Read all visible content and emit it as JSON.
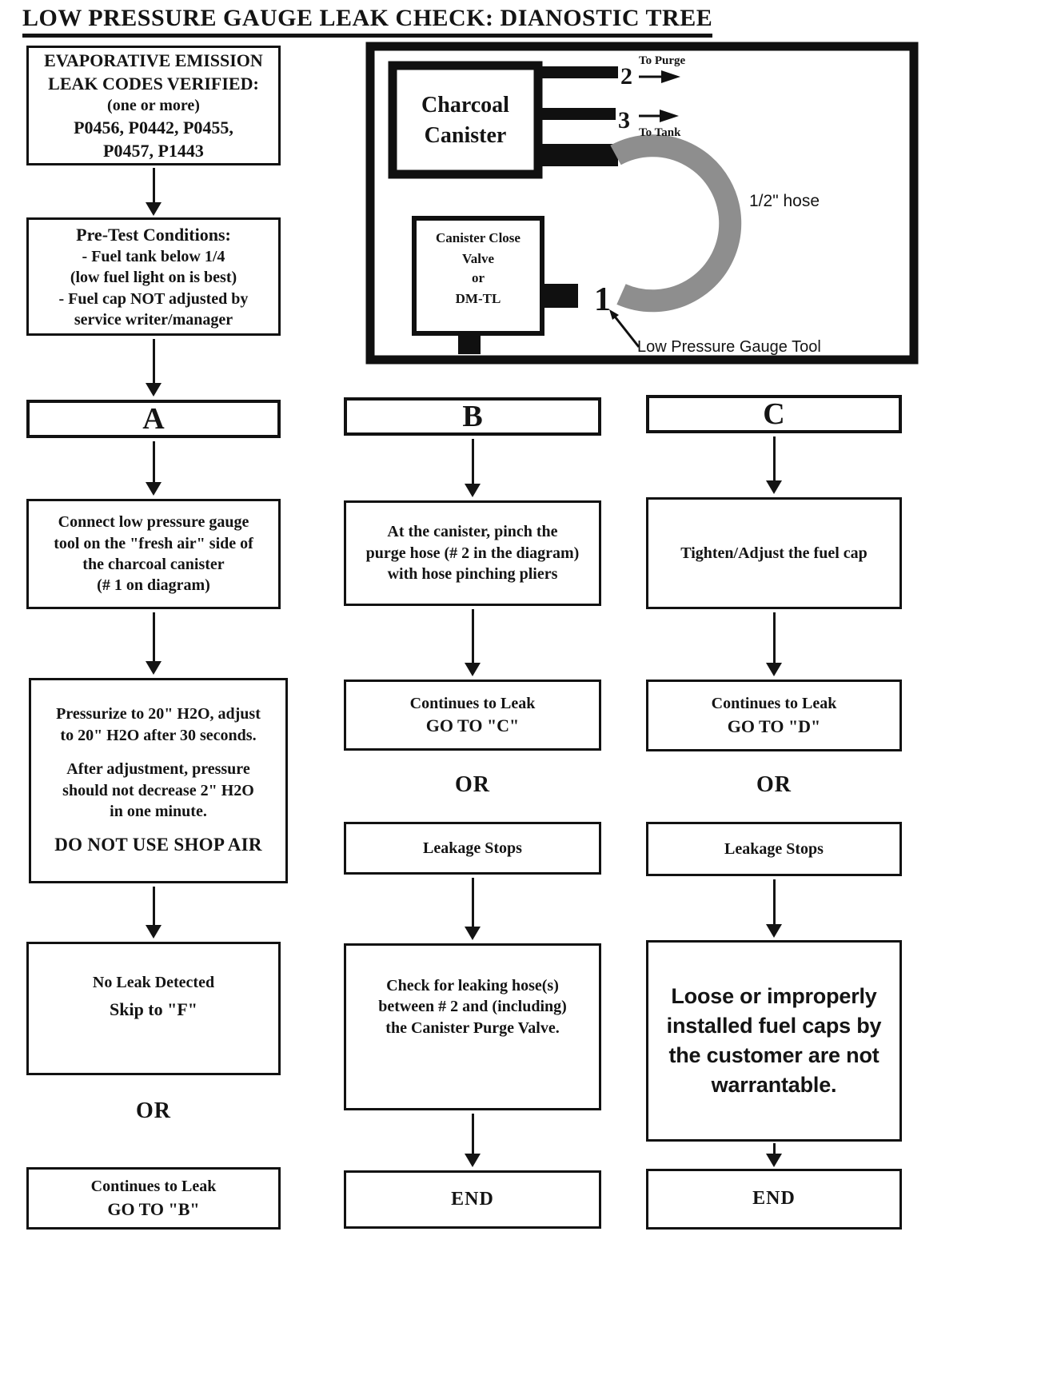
{
  "title": "LOW PRESSURE GAUGE LEAK CHECK: DIANOSTIC TREE",
  "colors": {
    "ink": "#141414",
    "hose_gray": "#8e8e8e",
    "background": "#ffffff"
  },
  "left": {
    "codes": {
      "heading": "EVAPORATIVE EMISSION\nLEAK CODES VERIFIED:",
      "sub": "(one or more)",
      "codes": "P0456, P0442, P0455,\nP0457, P1443"
    },
    "pretest": {
      "heading": "Pre-Test Conditions:",
      "body": "- Fuel tank below 1/4\n(low fuel light on is best)\n- Fuel cap NOT adjusted by\nservice writer/manager"
    }
  },
  "panel": {
    "canister_lines": [
      "Charcoal",
      "Canister"
    ],
    "valve_lines": [
      "Canister Close",
      "Valve",
      "or",
      "DM-TL"
    ],
    "num2": "2",
    "num3": "3",
    "num1": "1",
    "to_purge": "To Purge",
    "to_tank": "To Tank",
    "hose_size": "1/2\" hose",
    "tool": "Low Pressure Gauge Tool"
  },
  "colA": {
    "header": "A",
    "step1": "Connect low pressure gauge\ntool on the \"fresh air\" side of\nthe charcoal canister\n(# 1 on diagram)",
    "step2a": "Pressurize to 20\" H2O, adjust\nto 20\" H2O after 30 seconds.",
    "step2b": "After adjustment, pressure\nshould not decrease 2\" H2O\nin one minute.",
    "step2c": "DO NOT USE SHOP AIR",
    "res1a": "No Leak Detected",
    "res1b": "Skip to \"F\"",
    "or": "OR",
    "res2a": "Continues to Leak",
    "res2b": "GO TO \"B\""
  },
  "colB": {
    "header": "B",
    "step1": "At the canister, pinch the\npurge hose (# 2 in the diagram)\nwith hose pinching pliers",
    "res1a": "Continues to Leak",
    "res1b": "GO TO \"C\"",
    "or": "OR",
    "leak_stops": "Leakage Stops",
    "step2": "Check for leaking hose(s)\nbetween # 2 and (including)\nthe Canister Purge Valve.",
    "end": "END"
  },
  "colC": {
    "header": "C",
    "step1": "Tighten/Adjust the fuel cap",
    "res1a": "Continues to Leak",
    "res1b": "GO TO \"D\"",
    "or": "OR",
    "leak_stops": "Leakage Stops",
    "note": "Loose or improperly\ninstalled fuel caps by\nthe customer are not\nwarrantable.",
    "end": "END"
  }
}
